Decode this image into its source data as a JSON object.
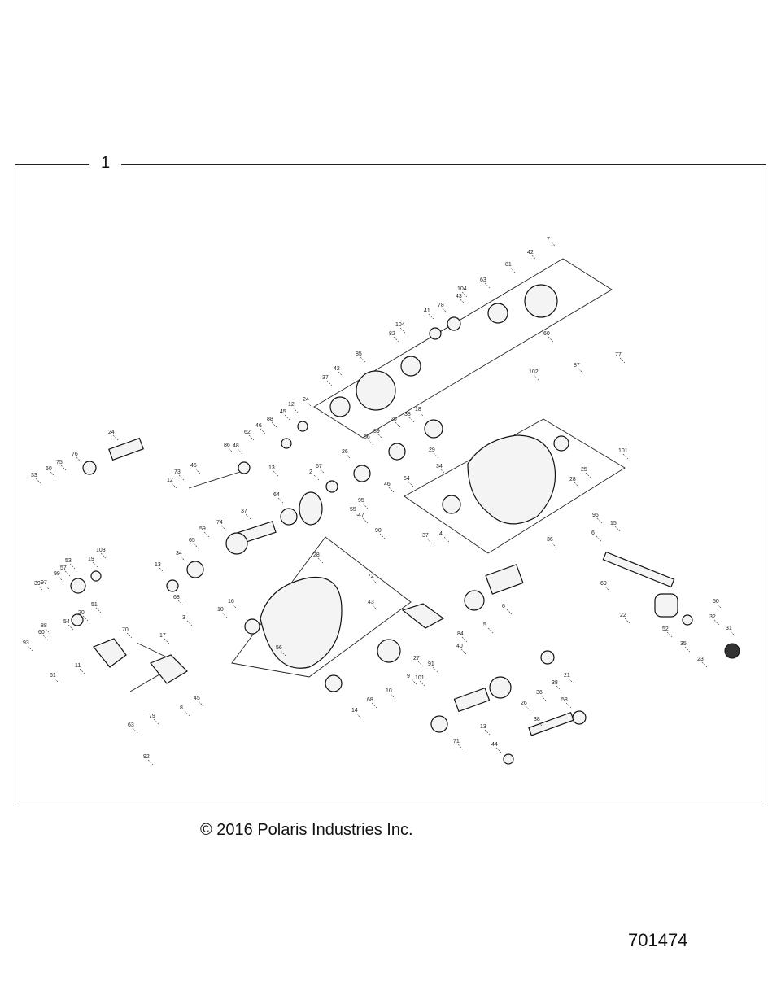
{
  "frame": {
    "label": "1"
  },
  "copyright": "© 2016 Polaris Industries Inc.",
  "diagram_number": "701474",
  "callouts": [
    "7",
    "42",
    "81",
    "63",
    "104",
    "43",
    "41",
    "78",
    "60",
    "104",
    "82",
    "85",
    "42",
    "37",
    "24",
    "12",
    "45",
    "88",
    "46",
    "62",
    "48",
    "86",
    "45",
    "73",
    "12",
    "24",
    "76",
    "75",
    "50",
    "33",
    "18",
    "38",
    "25",
    "39",
    "66",
    "26",
    "29",
    "67",
    "2",
    "13",
    "34",
    "54",
    "37",
    "28",
    "25",
    "101",
    "102",
    "87",
    "77",
    "46",
    "95",
    "55",
    "47",
    "90",
    "4",
    "64",
    "37",
    "74",
    "59",
    "65",
    "34",
    "13",
    "28",
    "72",
    "43",
    "16",
    "10",
    "56",
    "101",
    "17",
    "3",
    "68",
    "6",
    "96",
    "15",
    "36",
    "69",
    "22",
    "50",
    "52",
    "32",
    "35",
    "31",
    "23",
    "103",
    "19",
    "53",
    "57",
    "99",
    "97",
    "39",
    "51",
    "20",
    "54",
    "70",
    "88",
    "60",
    "93",
    "11",
    "61",
    "45",
    "8",
    "79",
    "63",
    "92",
    "6",
    "5",
    "84",
    "40",
    "27",
    "91",
    "9",
    "10",
    "68",
    "14",
    "21",
    "38",
    "36",
    "26",
    "13",
    "71",
    "58",
    "38",
    "44",
    "28",
    "43"
  ]
}
